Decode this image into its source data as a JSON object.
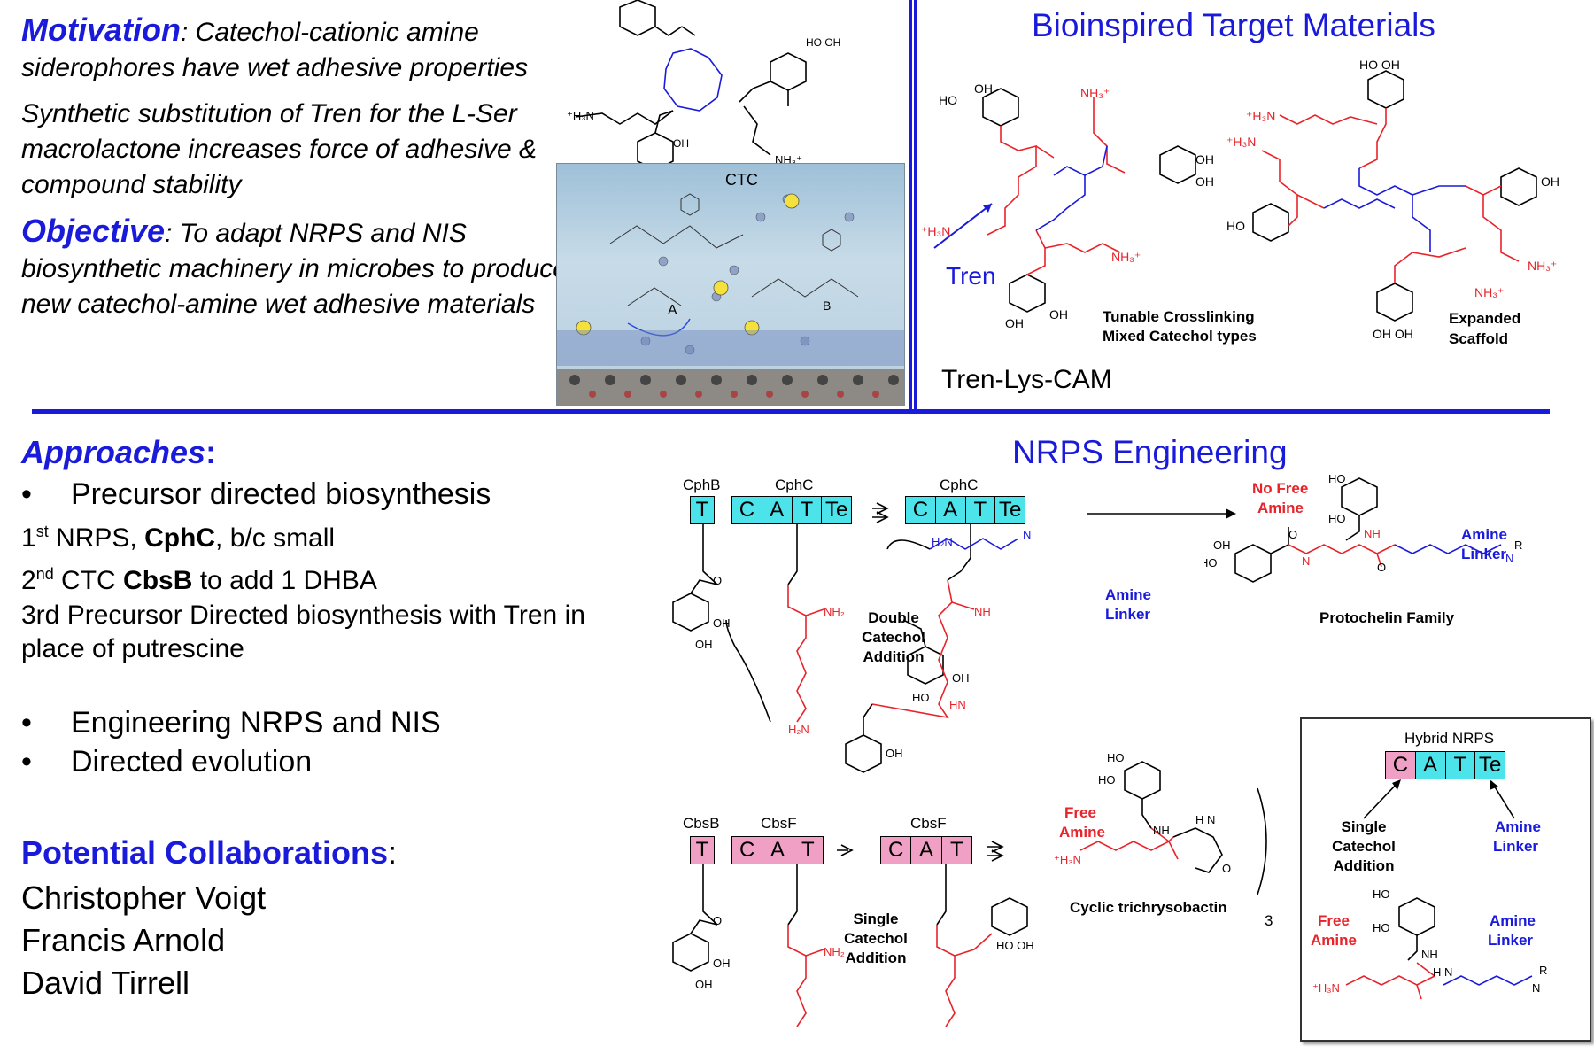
{
  "motivation": {
    "heading": "Motivation",
    "text": ": Catechol-cationic amine siderophores have wet adhesive properties",
    "text2": "Synthetic substitution of Tren for the L-Ser macrolactone increases force of adhesive & compound stability"
  },
  "objective": {
    "heading": "Objective",
    "text": ":  To adapt NRPS and NIS biosynthetic machinery in microbes to produce new catechol-amine wet adhesive materials"
  },
  "approaches": {
    "heading": "Approaches",
    "colon": ":",
    "bullet1": "Precursor directed biosynthesis",
    "line1_pre": "1",
    "line1_sup": "st",
    "line1_mid": " NRPS, ",
    "line1_bold": "CphC",
    "line1_post": ", b/c small",
    "line2_pre": "2",
    "line2_sup": "nd",
    "line2_mid": " CTC ",
    "line2_bold": "CbsB",
    "line2_post": " to add 1 DHBA",
    "line3": "3rd Precursor Directed biosynthesis with Tren in place of putrescine",
    "bullet2": "Engineering NRPS and NIS",
    "bullet3": "Directed evolution"
  },
  "collab": {
    "heading": "Potential Collaborations",
    "colon": ":",
    "names": [
      "Christopher Voigt",
      "Francis Arnold",
      "David Tirrell"
    ]
  },
  "top_right": {
    "title": "Bioinspired Target Materials",
    "tren": "Tren",
    "tunable1": "Tunable Crosslinking",
    "tunable2": "Mixed Catechol types",
    "expanded1": "Expanded",
    "expanded2": "Scaffold",
    "name": "Tren-Lys-CAM"
  },
  "ctc_label": "CTC",
  "nrps": {
    "title": "NRPS Engineering",
    "cphb": "CphB",
    "cphc": "CphC",
    "cphc2": "CphC",
    "cbsb": "CbsB",
    "cbsf": "CbsF",
    "cbsf2": "CbsF",
    "double1": "Double",
    "double2": "Catechol",
    "double3": "Addition",
    "single1": "Single",
    "single2": "Catechol",
    "single3": "Addition",
    "amine_linker1": "Amine",
    "amine_linker2": "Linker",
    "no_free1": "No Free",
    "no_free2": "Amine",
    "protochelin": "Protochelin Family",
    "free1": "Free",
    "free2": "Amine",
    "cyclic": "Cyclic trichrysobactin",
    "three": "3"
  },
  "hybrid": {
    "title": "Hybrid NRPS",
    "single1": "Single",
    "single2": "Catechol",
    "single3": "Addition",
    "amine1": "Amine",
    "amine2": "Linker",
    "free1": "Free",
    "free2": "Amine"
  },
  "modules": {
    "T": "T",
    "C": "C",
    "A": "A",
    "Te": "Te"
  },
  "colors": {
    "accent_blue": "#1a1adb",
    "red": "#e8232a",
    "cyan": "#4de3ea",
    "pink": "#f0a0c4"
  }
}
